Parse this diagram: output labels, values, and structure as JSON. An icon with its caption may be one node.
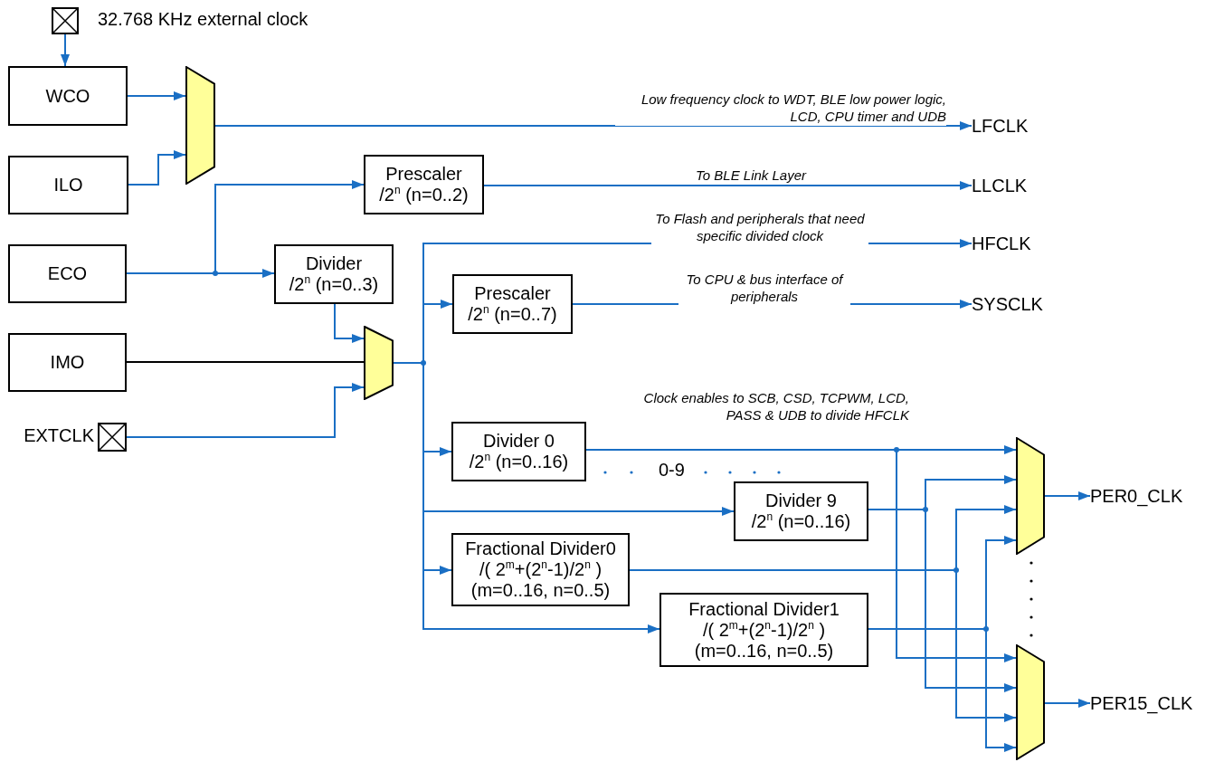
{
  "diagram": {
    "nodes": [
      {
        "text": [],
        "shape": "box",
        "beside": [
          "32.768 KHz external clock"
        ]
      },
      {
        "text": [
          "WCO"
        ]
      },
      {
        "text": [
          "ILO"
        ]
      },
      {
        "text": [
          "ECO"
        ]
      },
      {
        "text": [
          "IMO"
        ]
      },
      {
        "text": [],
        "shape": "box",
        "beside": [
          "EXTCLK"
        ]
      },
      {
        "text": [],
        "shape": "trapezoid"
      },
      {
        "text": [
          "Prescaler",
          "/2$^{n}$ (n=0..2)"
        ]
      },
      {
        "text": [
          "Divider",
          "/2$^{n}$ (n=0..3)"
        ]
      },
      {
        "text": [],
        "shape": "trapezoid"
      },
      {
        "text": [
          "LFCLK"
        ]
      },
      {
        "text": [
          "LLCLK"
        ]
      },
      {
        "text": [
          "HFCLK"
        ]
      },
      {
        "text": [
          "Prescaler",
          "/2$^{n}$ (n=0..7)"
        ]
      },
      {
        "text": [
          "SYSCLK"
        ]
      },
      {
        "text": [
          "Divider 0",
          "/2$^{n}$ (n=0..16)"
        ]
      },
      {
        "text": [
          "Divider 9",
          "/2$^{n}$ (n=0..16)"
        ]
      },
      {
        "text": [
          "Fractional Divider0",
          "/( 2$^{m}$+(2$^{n}$-1)/2$^{n}$ )",
          "(m=0..16, n=0..5)"
        ]
      },
      {
        "text": [
          "Fractional Divider1",
          "/( 2$^{m}$+(2$^{n}$-1)/2$^{n}$ )",
          "(m=0..16, n=0..5)"
        ]
      },
      {
        "text": [],
        "shape": "trapezoid"
      },
      {
        "text": [],
        "shape": "trapezoid"
      },
      {
        "text": [
          "PER0_CLK"
        ]
      },
      {
        "text": [
          "PER15_CLK"
        ]
      }
    ],
    "edges": [
      {
        "from": 0,
        "to": 1,
        "arrow": "to"
      },
      {
        "from": 1,
        "to": 6,
        "arrow": "to"
      },
      {
        "from": 2,
        "to": 6,
        "arrow": "to"
      },
      {
        "from": 6,
        "to": 10,
        "arrow": "to",
        "label": "Low frequency clock to WDT, BLE low power logic, LCD, CPU timer and UDB"
      },
      {
        "from": 3,
        "to": 7,
        "arrow": "to"
      },
      {
        "from": 3,
        "to": 8,
        "arrow": "to"
      },
      {
        "from": 7,
        "to": 11,
        "arrow": "to",
        "label": "To BLE Link Layer"
      },
      {
        "from": 8,
        "to": 9,
        "arrow": "to"
      },
      {
        "from": 4,
        "to": 9,
        "arrow": "none",
        "color": "#000000"
      },
      {
        "from": 5,
        "to": 9,
        "arrow": "to"
      },
      {
        "from": 9,
        "to": 12,
        "arrow": "to",
        "label": "To Flash and peripherals that need specific divided clock"
      },
      {
        "from": 9,
        "to": 13,
        "arrow": "to"
      },
      {
        "from": 13,
        "to": 14,
        "arrow": "to",
        "label": "To CPU & bus interface of peripherals"
      },
      {
        "from": 9,
        "to": 15,
        "arrow": "to"
      },
      {
        "from": 9,
        "to": 16,
        "arrow": "to"
      },
      {
        "from": 9,
        "to": 17,
        "arrow": "to"
      },
      {
        "from": 9,
        "to": 18,
        "arrow": "to"
      },
      {
        "from": 15,
        "to": 19,
        "arrow": "to"
      },
      {
        "from": 15,
        "to": 20,
        "arrow": "to"
      },
      {
        "from": 16,
        "to": 19,
        "arrow": "to"
      },
      {
        "from": 16,
        "to": 20,
        "arrow": "to"
      },
      {
        "from": 17,
        "to": 19,
        "arrow": "to"
      },
      {
        "from": 17,
        "to": 20,
        "arrow": "to"
      },
      {
        "from": 18,
        "to": 19,
        "arrow": "to"
      },
      {
        "from": 18,
        "to": 20,
        "arrow": "to"
      },
      {
        "from": 19,
        "to": 21,
        "arrow": "to"
      },
      {
        "from": 20,
        "to": 22,
        "arrow": "to"
      }
    ],
    "labels": [
      "Clock enables to SCB, CSD, TCPWM, LCD, PASS & UDB to divide HFCLK",
      "0-9"
    ]
  }
}
